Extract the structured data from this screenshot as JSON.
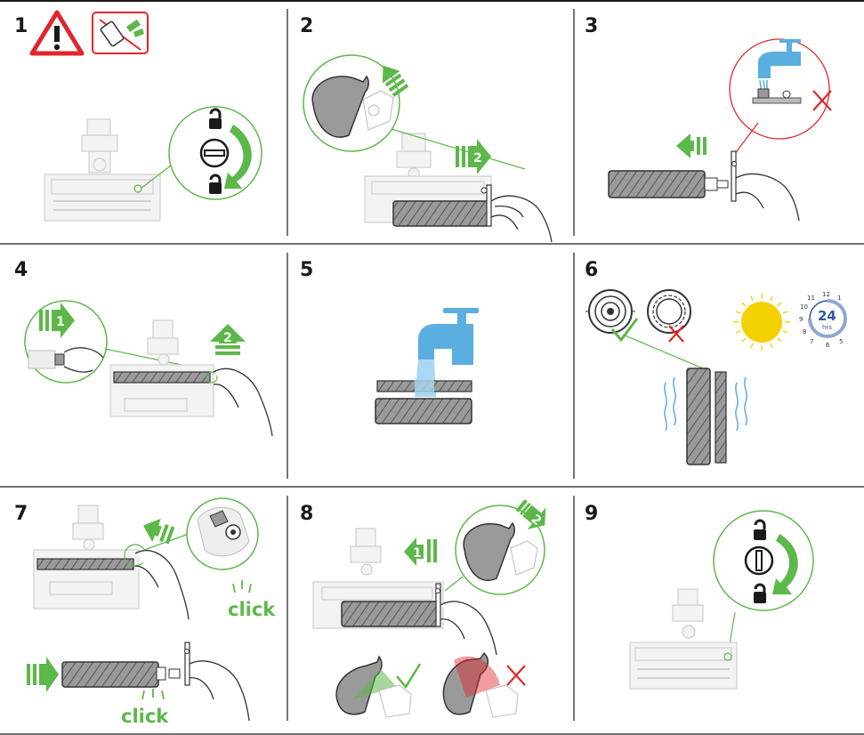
{
  "steps": [
    {
      "number": "1"
    },
    {
      "number": "2"
    },
    {
      "number": "3"
    },
    {
      "number": "4"
    },
    {
      "number": "5"
    },
    {
      "number": "6"
    },
    {
      "number": "7"
    },
    {
      "number": "8"
    },
    {
      "number": "9"
    }
  ],
  "arrow_numbers": {
    "step2": "2",
    "step4_left": "1",
    "step4_up": "2",
    "step8_left": "1",
    "step8_circle": "2"
  },
  "step6": {
    "clock_numbers": [
      "12",
      "1",
      "11",
      "10",
      "9",
      "8",
      "7",
      "6",
      "5"
    ],
    "timer_value": "24",
    "timer_unit": "hrs"
  },
  "step7": {
    "click_label_top": "click",
    "click_label_bottom": "click"
  },
  "icons": {
    "warning": "warning-triangle-icon",
    "unlock": "unlocked-padlock-icon",
    "lock": "locked-padlock-icon",
    "tap": "water-tap-icon",
    "sun": "sun-icon",
    "correct": "green-check-icon",
    "wrong": "red-cross-icon"
  },
  "colors": {
    "accent_green": "#5cb848",
    "warning_red": "#e0262b",
    "water_blue": "#5aaee0",
    "sun_yellow": "#f5d000",
    "timer_blue": "#2f5aa6"
  }
}
